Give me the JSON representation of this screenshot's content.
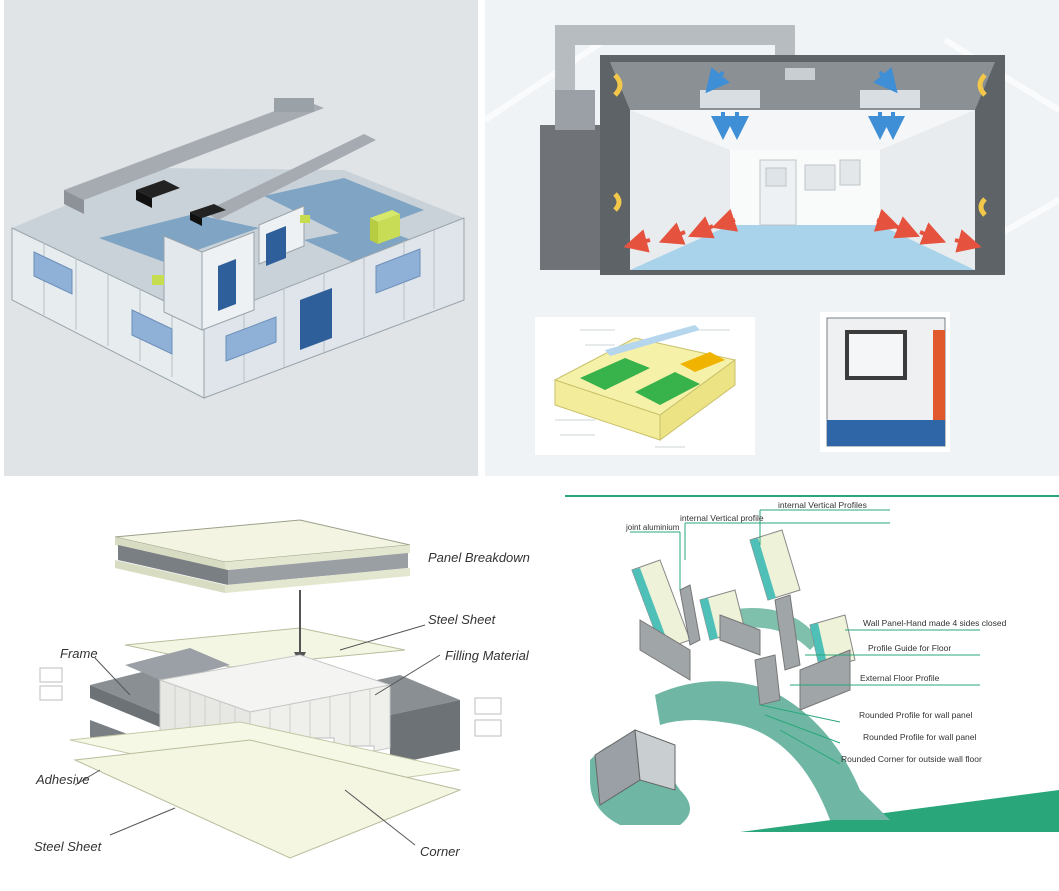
{
  "panel_breakdown": {
    "title": "Panel Breakdown",
    "labels": {
      "steel_sheet_top": "Steel Sheet",
      "filling_material": "Filling Material",
      "frame": "Frame",
      "adhesive": "Adhesive",
      "steel_sheet_bottom": "Steel Sheet",
      "corner": "Corner"
    }
  },
  "profiles": {
    "labels": {
      "internal_vertical_profiles": "internal Vertical Profiles",
      "internal_vertical_profile": "internal Vertical profile",
      "joint_aluminium": "joint aluminium",
      "wall_panel": "Wall Panel-Hand made 4 sides closed",
      "profile_guide_floor": "Profile Guide for Floor",
      "external_floor_profile": "External Floor Profile",
      "rounded_profile_1": "Rounded Profile for wall panel",
      "rounded_profile_2": "Rounded Profile for wall panel",
      "rounded_corner": "Rounded Corner for outside wall  floor"
    }
  },
  "colors": {
    "steel": "#8a8f94",
    "panel_face": "#eef2d8",
    "panel_teal": "#4fc0b8",
    "floor_teal": "#6fb7a4",
    "blue_floor": "#a9d3ea",
    "door_blue": "#2f5f9a",
    "arrow_red": "#e5533f",
    "arrow_blue": "#3f8fd6",
    "arrow_yellow": "#f2c84a",
    "accent_green": "#2aa77a"
  }
}
